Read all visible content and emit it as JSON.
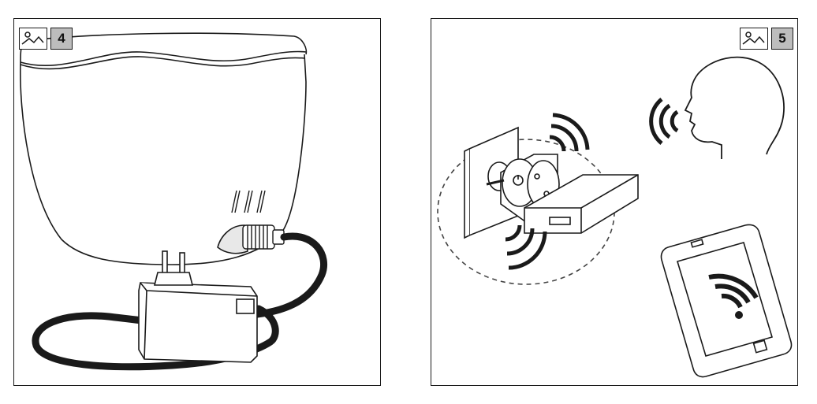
{
  "panels": [
    {
      "id": "step-4",
      "step_number": "4",
      "icon": "image-icon"
    },
    {
      "id": "step-5",
      "step_number": "5",
      "icon": "image-icon"
    }
  ],
  "colors": {
    "line": "#1a1a1a",
    "badge_fill": "#bdbdbd",
    "background": "#ffffff"
  }
}
